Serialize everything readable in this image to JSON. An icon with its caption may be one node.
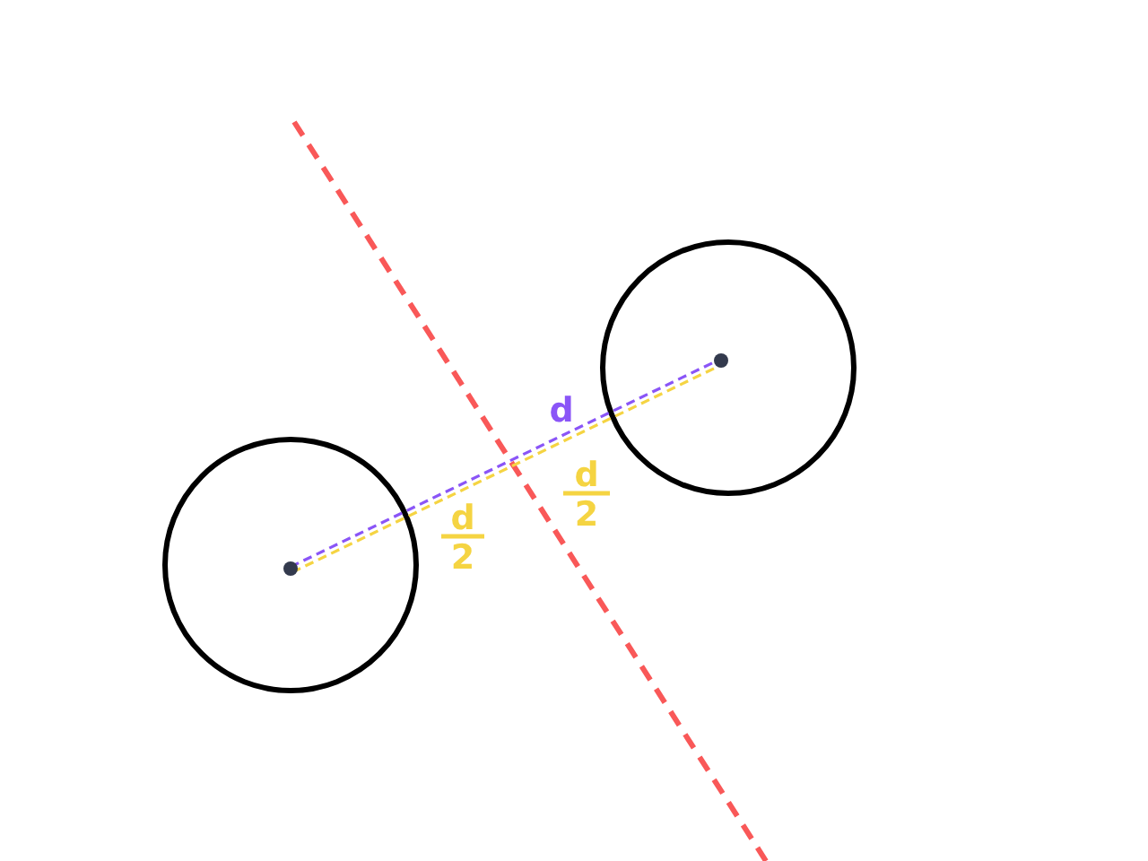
{
  "diagram": {
    "labels": [
      "d",
      "d",
      "2",
      "d",
      "2"
    ]
  }
}
